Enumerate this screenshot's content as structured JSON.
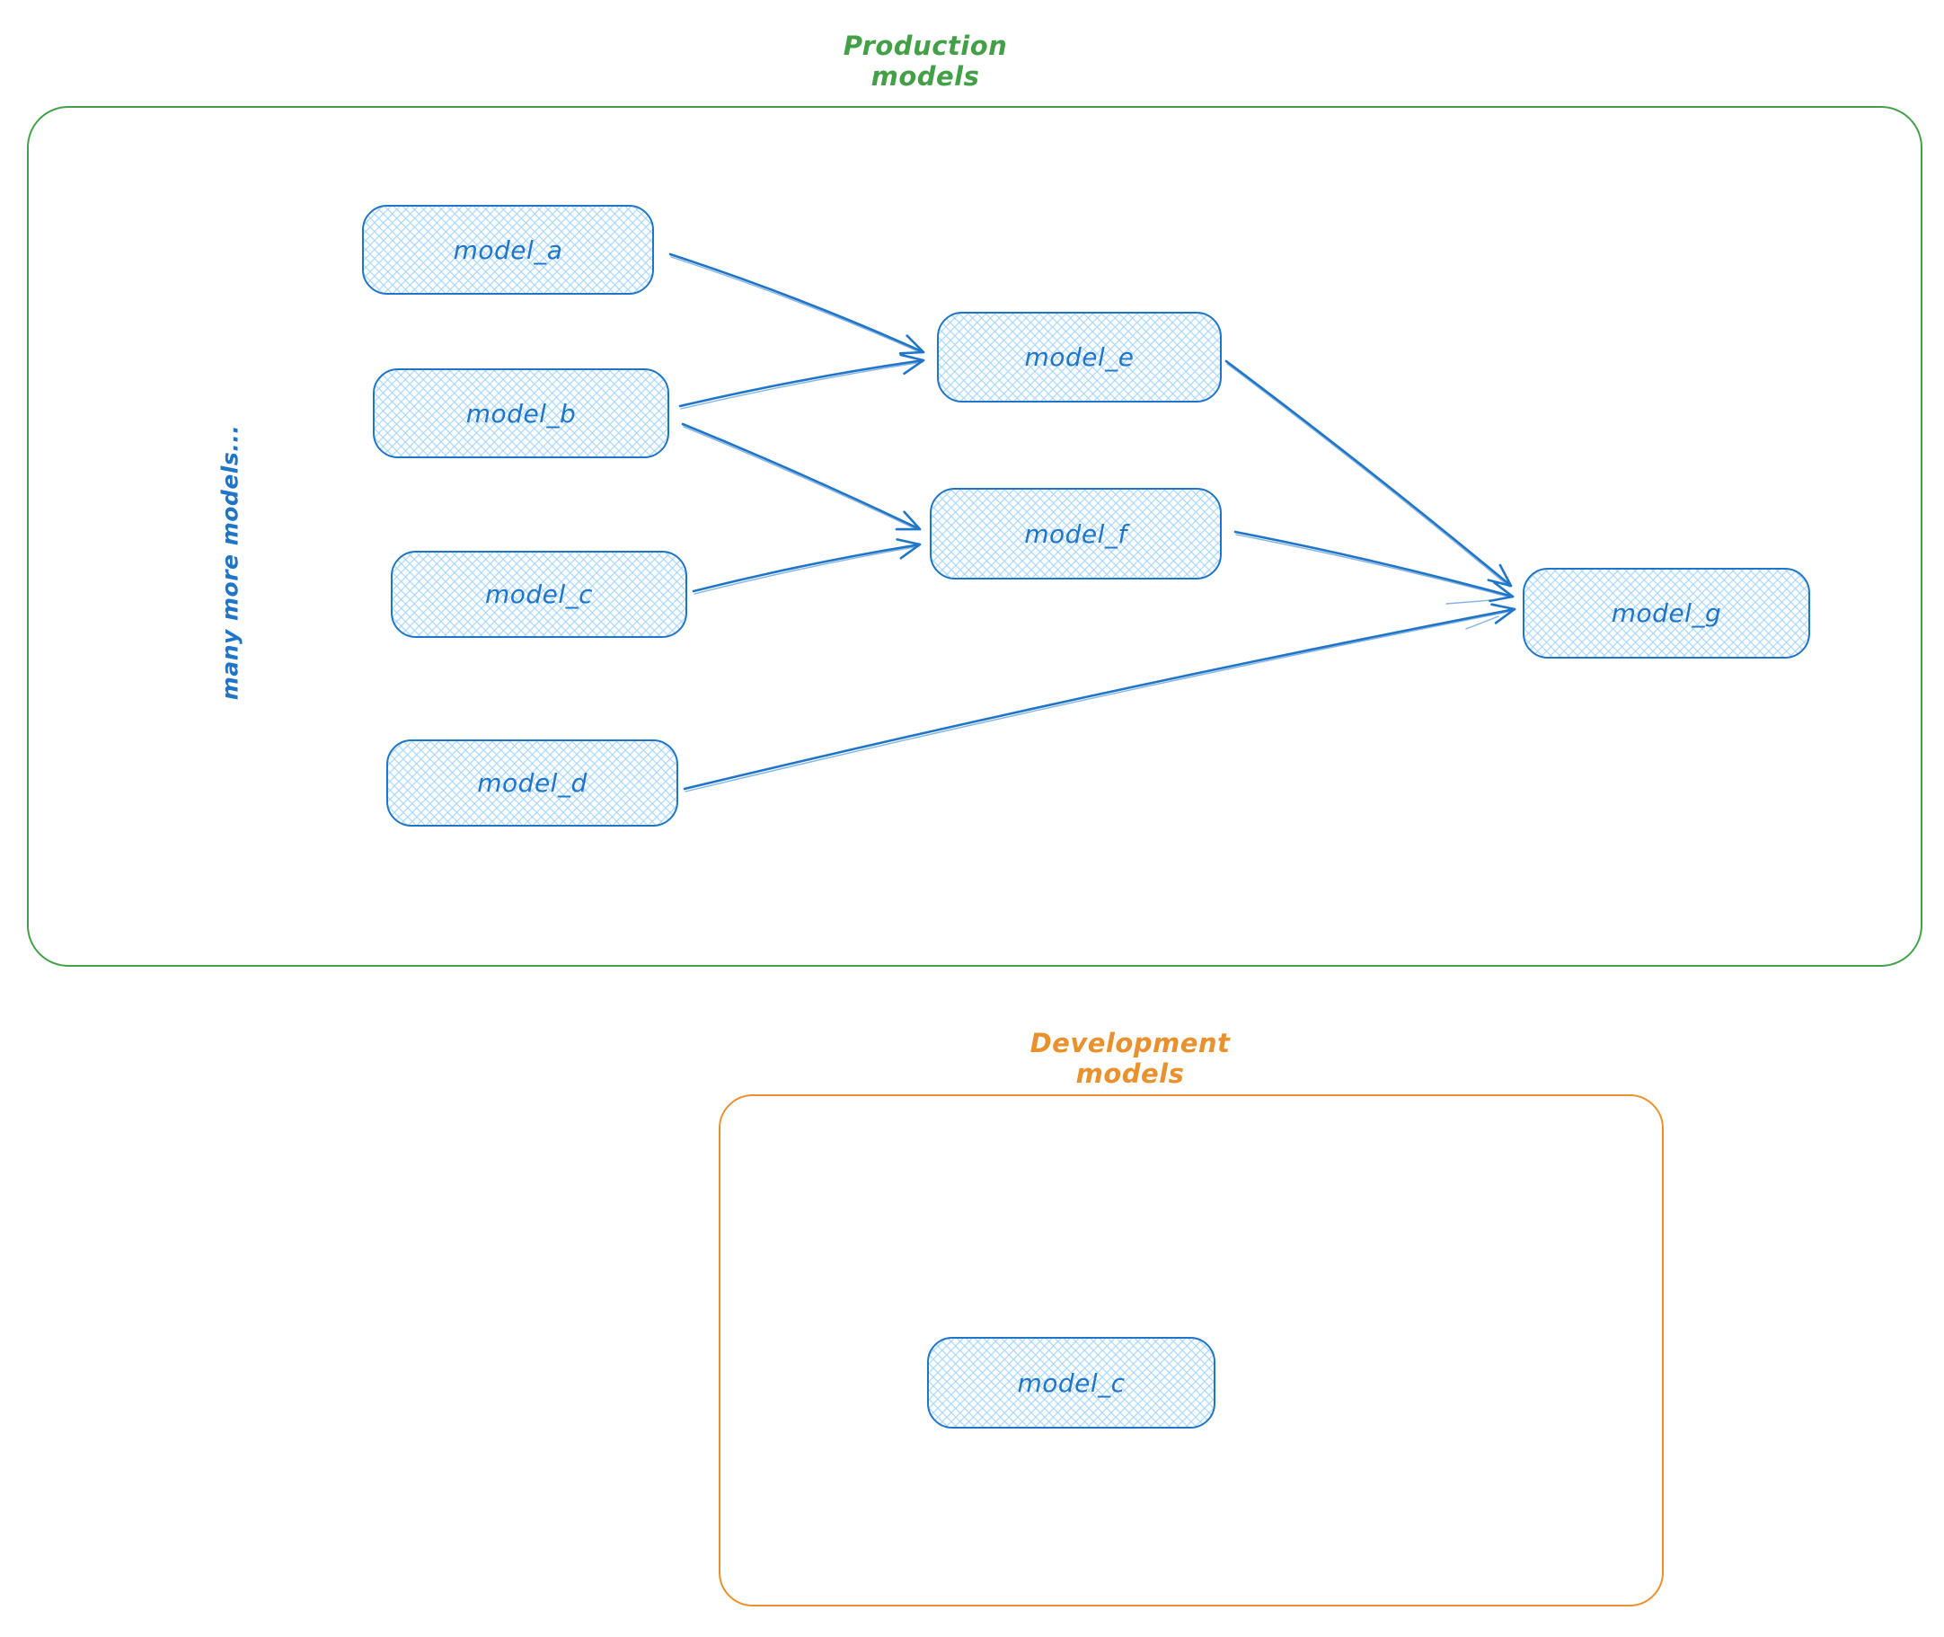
{
  "diagram": {
    "colors": {
      "node_stroke": "#1f75c8",
      "node_fill_hatch": "#a5d8ff",
      "production_frame": "#43a047",
      "development_frame": "#e8912d"
    },
    "production": {
      "title": "Production models",
      "side_label": "many more models...",
      "nodes": [
        {
          "id": "model_a",
          "label": "model_a"
        },
        {
          "id": "model_b",
          "label": "model_b"
        },
        {
          "id": "model_c",
          "label": "model_c"
        },
        {
          "id": "model_d",
          "label": "model_d"
        },
        {
          "id": "model_e",
          "label": "model_e"
        },
        {
          "id": "model_f",
          "label": "model_f"
        },
        {
          "id": "model_g",
          "label": "model_g"
        }
      ],
      "edges": [
        {
          "from": "model_a",
          "to": "model_e"
        },
        {
          "from": "model_b",
          "to": "model_e"
        },
        {
          "from": "model_b",
          "to": "model_f"
        },
        {
          "from": "model_c",
          "to": "model_f"
        },
        {
          "from": "model_e",
          "to": "model_g"
        },
        {
          "from": "model_f",
          "to": "model_g"
        },
        {
          "from": "model_d",
          "to": "model_g"
        }
      ]
    },
    "development": {
      "title": "Development models",
      "nodes": [
        {
          "id": "model_c",
          "label": "model_c"
        }
      ]
    }
  }
}
